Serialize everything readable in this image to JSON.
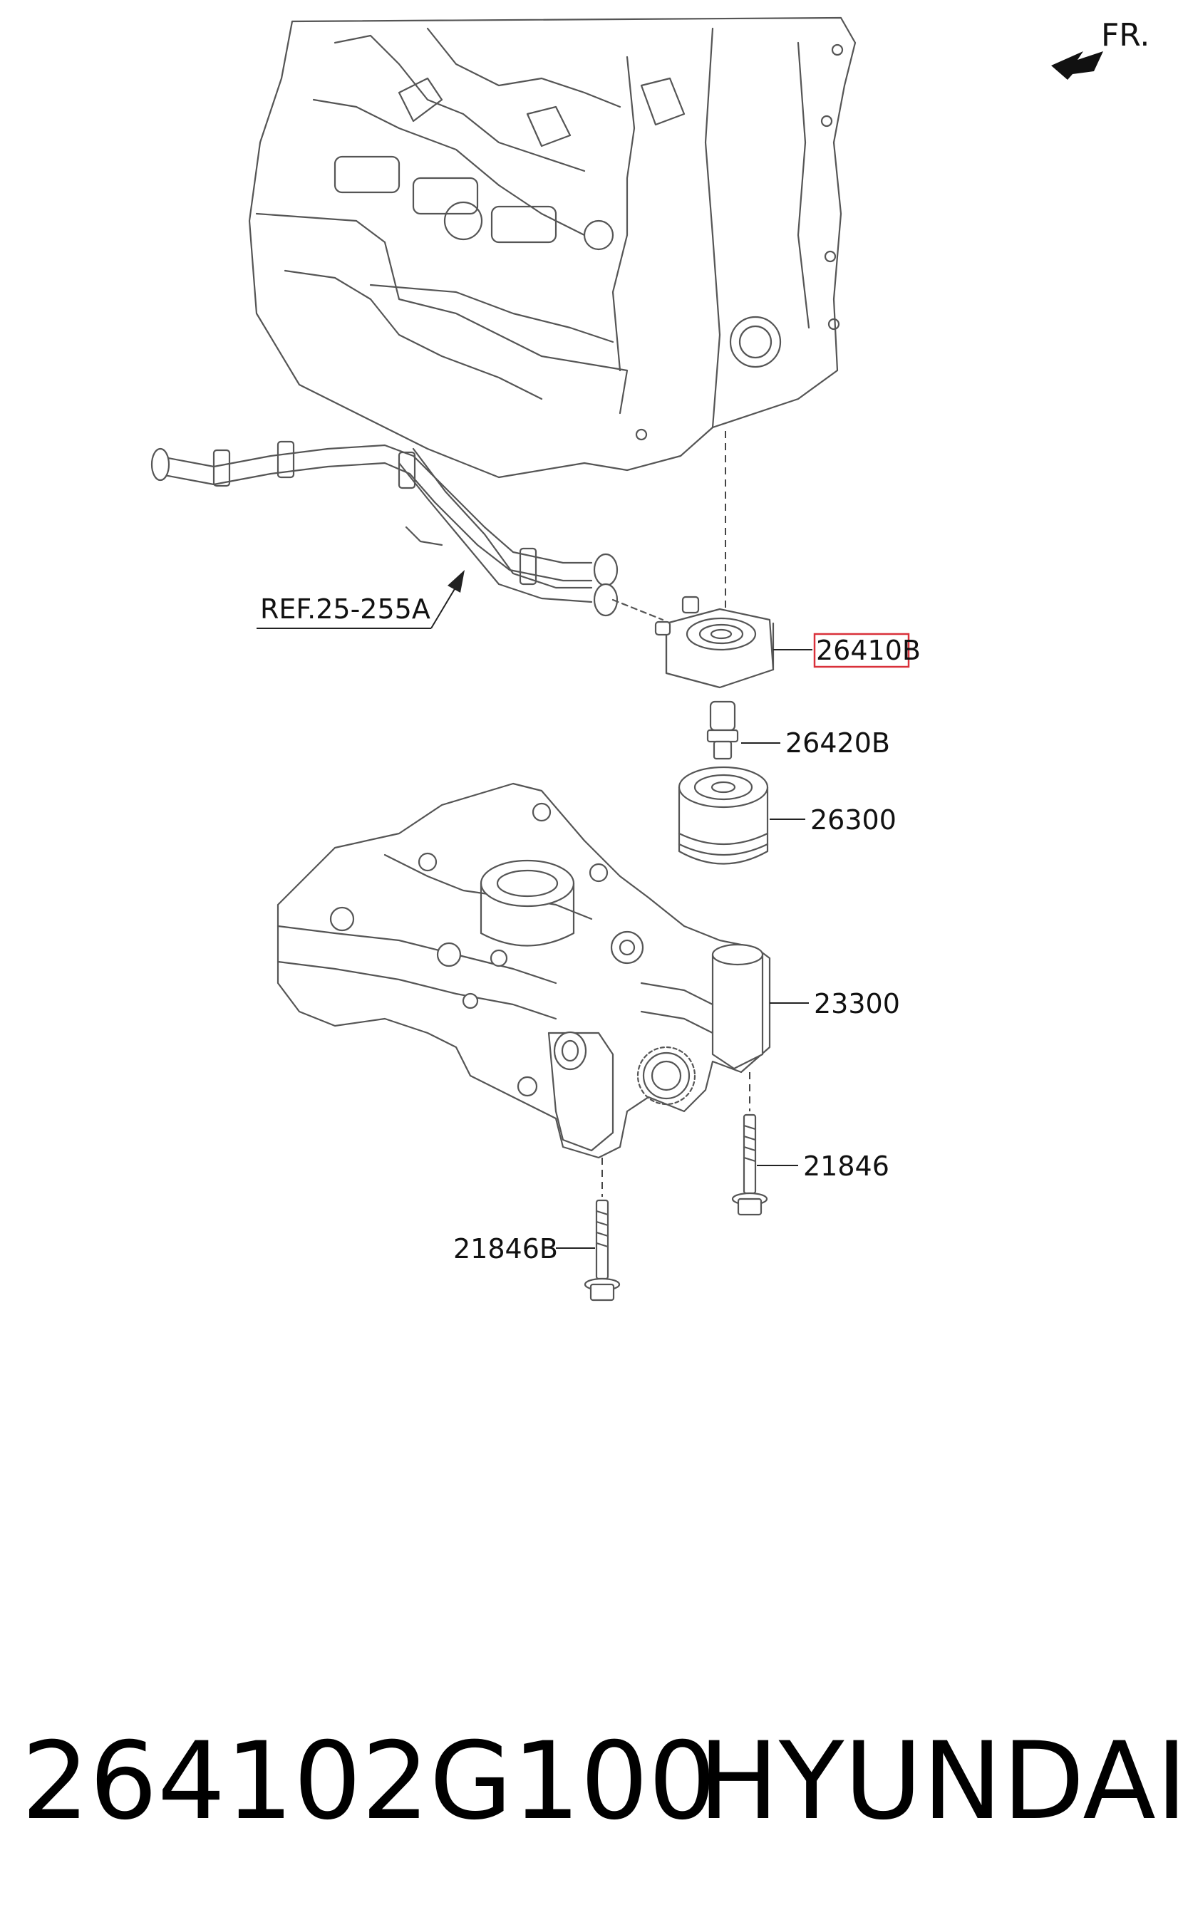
{
  "direction_label": "FR.",
  "reference_label": "REF.25-255A",
  "callouts": {
    "oil_cooler": "26410B",
    "bolt": "26420B",
    "oil_filter": "26300",
    "oil_pump": "23300",
    "bolt_right": "21846",
    "bolt_left": "21846B"
  },
  "highlight_color": "#d9303a",
  "footer": {
    "part_number": "264102G100",
    "brand": "HYUNDAI"
  }
}
